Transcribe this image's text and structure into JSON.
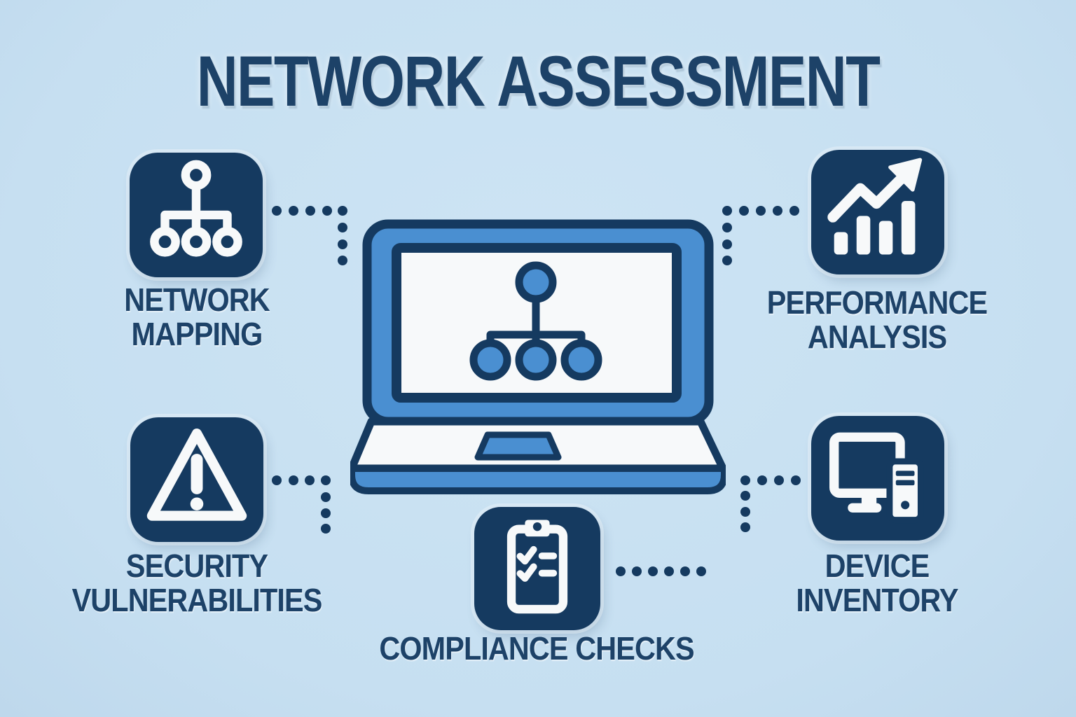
{
  "title": "NETWORK ASSESSMENT",
  "colors": {
    "background": "#c6dff1",
    "tile_navy": "#153a60",
    "accent_blue": "#4a8fd1",
    "text_navy": "#1d4268",
    "icon_white": "#f7f9fa"
  },
  "center": {
    "icon": "laptop-network-diagram-icon",
    "description": "laptop with network topology on screen"
  },
  "nodes": {
    "network_mapping": {
      "line1": "NETWORK",
      "line2": "MAPPING",
      "icon": "network-tree-icon"
    },
    "performance_analysis": {
      "line1": "PERFORMANCE",
      "line2": "ANALYSIS",
      "icon": "bar-chart-trend-icon"
    },
    "security_vulnerabilities": {
      "line1": "SECURITY",
      "line2": "VULNERABILITIES",
      "icon": "warning-triangle-icon"
    },
    "device_inventory": {
      "line1": "DEVICE",
      "line2": "INVENTORY",
      "icon": "desktop-computer-icon"
    },
    "compliance_checks": {
      "line1": "COMPLIANCE CHECKS",
      "icon": "clipboard-checklist-icon"
    }
  }
}
